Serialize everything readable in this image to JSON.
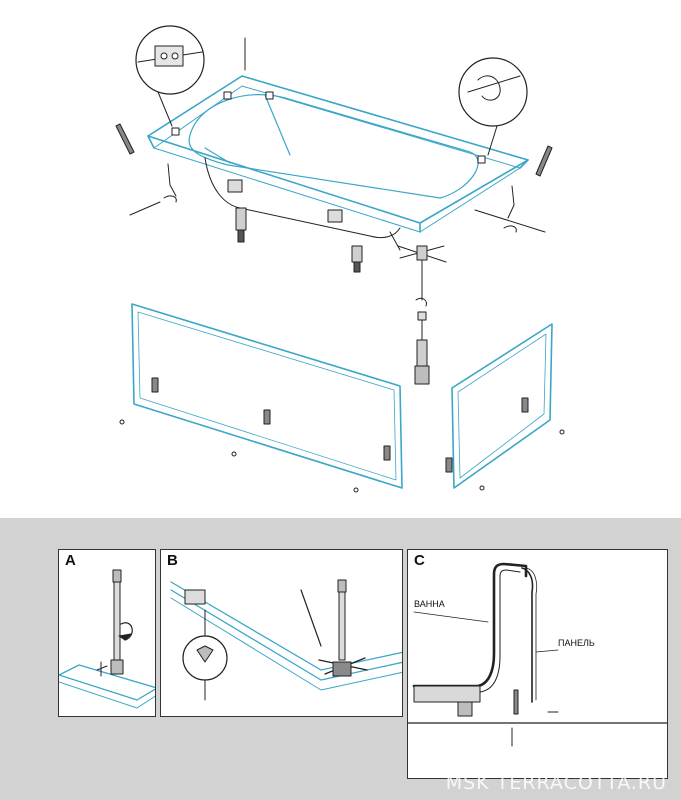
{
  "panels": {
    "a": {
      "letter": "A"
    },
    "b": {
      "letter": "B"
    },
    "c": {
      "letter": "C",
      "callout_bath": "ВАННА",
      "callout_panel": "ПАНЕЛЬ"
    }
  },
  "watermark": "MSK TERRACOTTA.RU",
  "colors": {
    "outline": "#3aa6c8",
    "line": "#222222",
    "band": "#d2d2d2"
  },
  "icons": [
    "bathtub-illustration",
    "front-panel-illustration",
    "side-panel-illustration",
    "support-leg-illustration",
    "magnifier-callout-icon"
  ]
}
